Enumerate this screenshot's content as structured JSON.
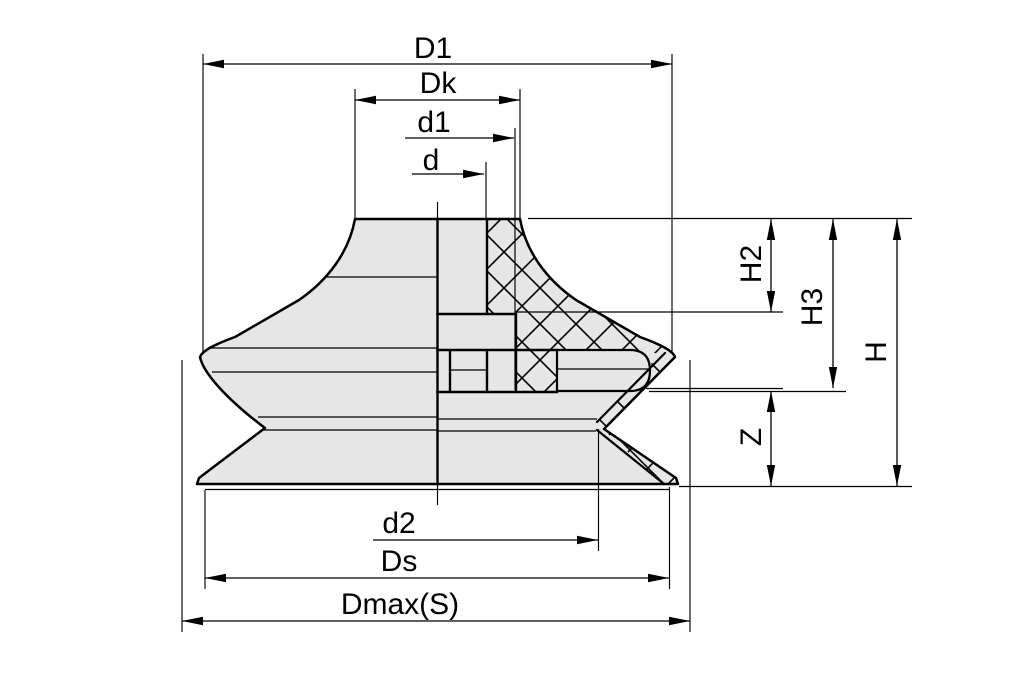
{
  "figure": {
    "kind": "engineering-drawing",
    "subject": "bellows suction cup cross-section with dimension callouts"
  },
  "colors": {
    "background": "#ffffff",
    "body_fill": "#e6e6e6",
    "line": "#000000",
    "text": "#000000"
  },
  "dimensions": {
    "top": [
      {
        "label": "D1"
      },
      {
        "label": "Dk"
      },
      {
        "label": "d1"
      },
      {
        "label": "d"
      }
    ],
    "right": [
      {
        "label": "H2"
      },
      {
        "label": "H3"
      },
      {
        "label": "H"
      },
      {
        "label": "Z"
      }
    ],
    "bottom": [
      {
        "label": "d2"
      },
      {
        "label": "Ds"
      },
      {
        "label": "Dmax(S)"
      }
    ]
  }
}
